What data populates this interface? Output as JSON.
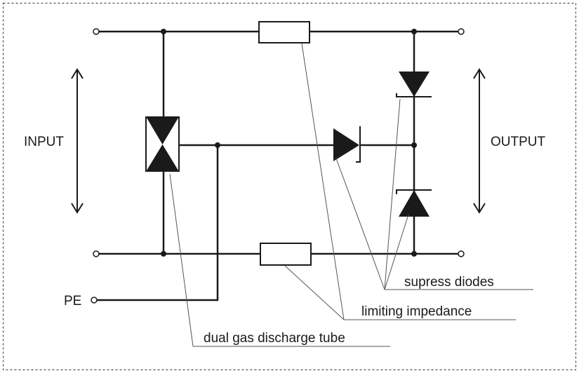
{
  "labels": {
    "input": "INPUT",
    "output": "OUTPUT",
    "pe": "PE",
    "supress_diodes": "supress diodes",
    "limiting_impedance": "limiting impedance",
    "dual_gas_discharge_tube": "dual gas discharge tube"
  },
  "colors": {
    "line": "#1a1a1a",
    "leader": "#555555",
    "background": "#ffffff"
  }
}
